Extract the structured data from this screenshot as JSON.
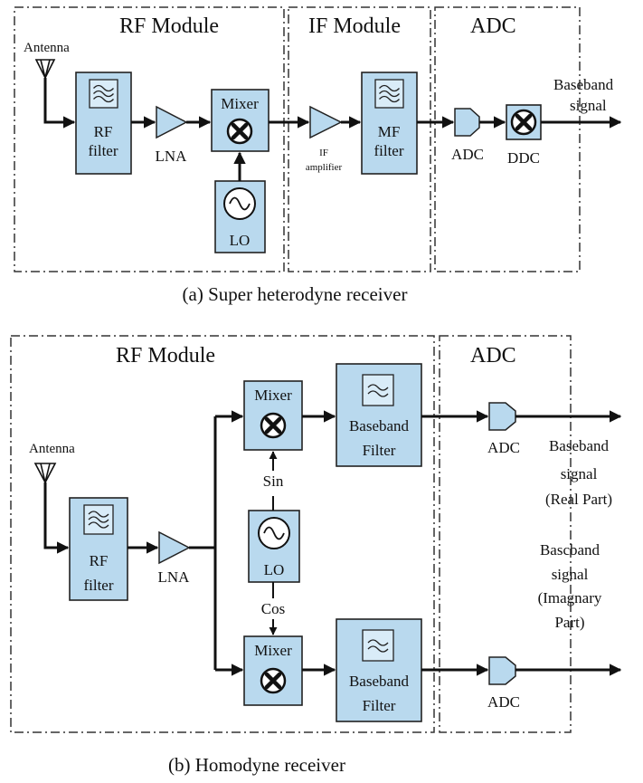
{
  "diagram_a": {
    "module_labels": {
      "rf": "RF Module",
      "if": "IF Module",
      "adc": "ADC"
    },
    "antenna_label": "Antenna",
    "rf_filter": [
      "RF",
      "filter"
    ],
    "lna_label": "LNA",
    "mixer_label": "Mixer",
    "lo_label": "LO",
    "if_amp": [
      "IF",
      "amplifier"
    ],
    "mf_filter": [
      "MF",
      "filter"
    ],
    "adc_label": "ADC",
    "ddc_label": "DDC",
    "output": [
      "Baseband",
      "signal"
    ],
    "caption": "(a) Super heterodyne receiver"
  },
  "diagram_b": {
    "module_labels": {
      "rf": "RF Module",
      "adc": "ADC"
    },
    "antenna_label": "Antenna",
    "rf_filter": [
      "RF",
      "filter"
    ],
    "lna_label": "LNA",
    "mixer_top_label": "Mixer",
    "mixer_bottom_label": "Mixer",
    "lo_label": "LO",
    "sin_label": "Sin",
    "cos_label": "Cos",
    "bb_filter_top": [
      "Baseband",
      "Filter"
    ],
    "bb_filter_bottom": [
      "Baseband",
      "Filter"
    ],
    "adc_top_label": "ADC",
    "adc_bottom_label": "ADC",
    "output_real": [
      "Baseband",
      "signal",
      "(Real Part)"
    ],
    "output_imag": [
      "Bascband",
      "signal",
      "(Imagnary",
      "Part)"
    ],
    "caption": "(b) Homodyne receiver"
  }
}
